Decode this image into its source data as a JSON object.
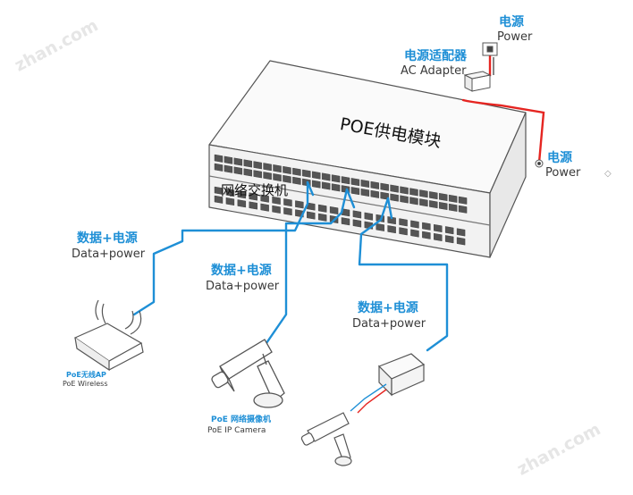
{
  "watermark": "zhan.com",
  "labels": {
    "power_top_cn": "电源",
    "power_top_en": "Power",
    "adapter_cn": "电源适配器",
    "adapter_en": "AC Adapter",
    "poe_module": "POE供电模块",
    "power_right_cn": "电源",
    "power_right_en": "Power",
    "switch_label": "网络交换机",
    "data_power_cn": "数据+电源",
    "data_power_en": "Data+power",
    "ap_cn": "PoE无线AP",
    "ap_en": "PoE Wireless",
    "camera_cn": "PoE 网络摄像机",
    "camera_en": "PoE IP Camera"
  },
  "colors": {
    "cable": "#1e8fd6",
    "power_cable": "#e52521",
    "label_blue": "#1e8fd6",
    "outline": "#555555"
  }
}
